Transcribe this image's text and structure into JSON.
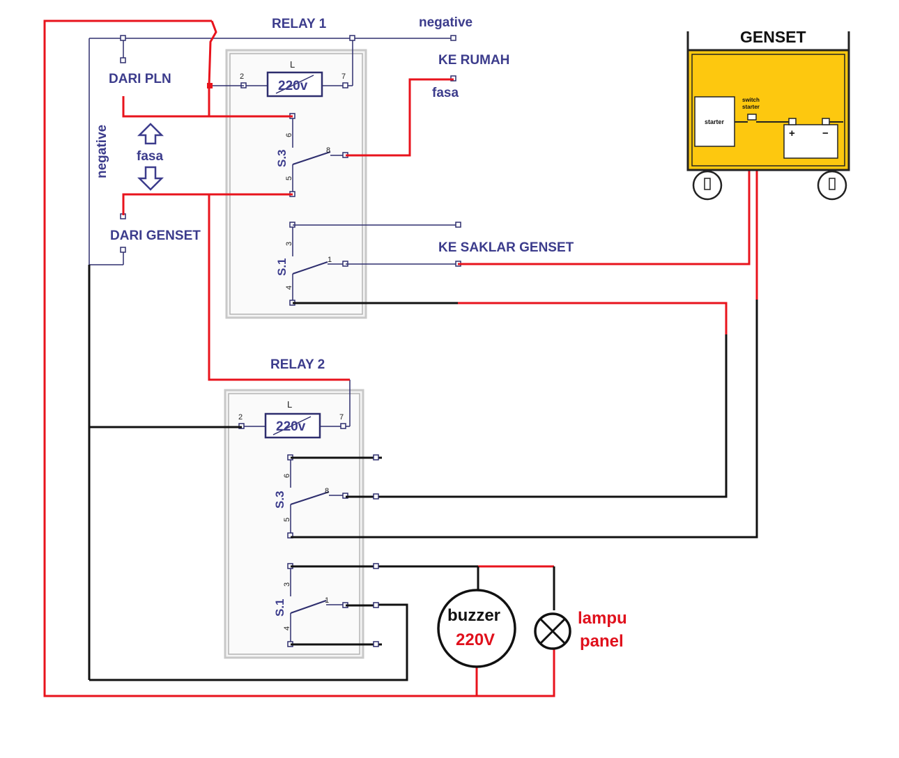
{
  "relay1": {
    "title": "RELAY 1",
    "coil_letter": "L",
    "coil_voltage": "220v",
    "pin_coil_left": "2",
    "pin_coil_right": "7",
    "s3_label": "S.3",
    "s3_pin_top": "6",
    "s3_pin_common": "8",
    "s3_pin_bottom": "5",
    "s1_label": "S.1",
    "s1_pin_top": "3",
    "s1_pin_common": "1",
    "s1_pin_bottom": "4"
  },
  "relay2": {
    "title": "RELAY 2",
    "coil_letter": "L",
    "coil_voltage": "220v",
    "pin_coil_left": "2",
    "pin_coil_right": "7",
    "s3_label": "S.3",
    "s3_pin_top": "6",
    "s3_pin_common": "8",
    "s3_pin_bottom": "5",
    "s1_label": "S.1",
    "s1_pin_top": "3",
    "s1_pin_common": "1",
    "s1_pin_bottom": "4"
  },
  "labels": {
    "negative_top": "negative",
    "ke_rumah": "KE RUMAH",
    "fasa_right": "fasa",
    "dari_pln": "DARI PLN",
    "fasa_left": "fasa",
    "negative_left": "negative",
    "dari_genset": "DARI GENSET",
    "ke_saklar_genset": "KE SAKLAR GENSET"
  },
  "genset": {
    "title": "GENSET",
    "starter": "starter",
    "switch_line1": "switch",
    "switch_line2": "starter",
    "plus": "+",
    "minus": "−",
    "body_color": "#fdc80f"
  },
  "buzzer": {
    "line1": "buzzer",
    "line2": "220V"
  },
  "lamp": {
    "line1": "lampu",
    "line2": "panel"
  },
  "colors": {
    "phase_wire": "#e8131c",
    "neutral_wire": "#111111",
    "label_blue": "#3c3c8c"
  }
}
